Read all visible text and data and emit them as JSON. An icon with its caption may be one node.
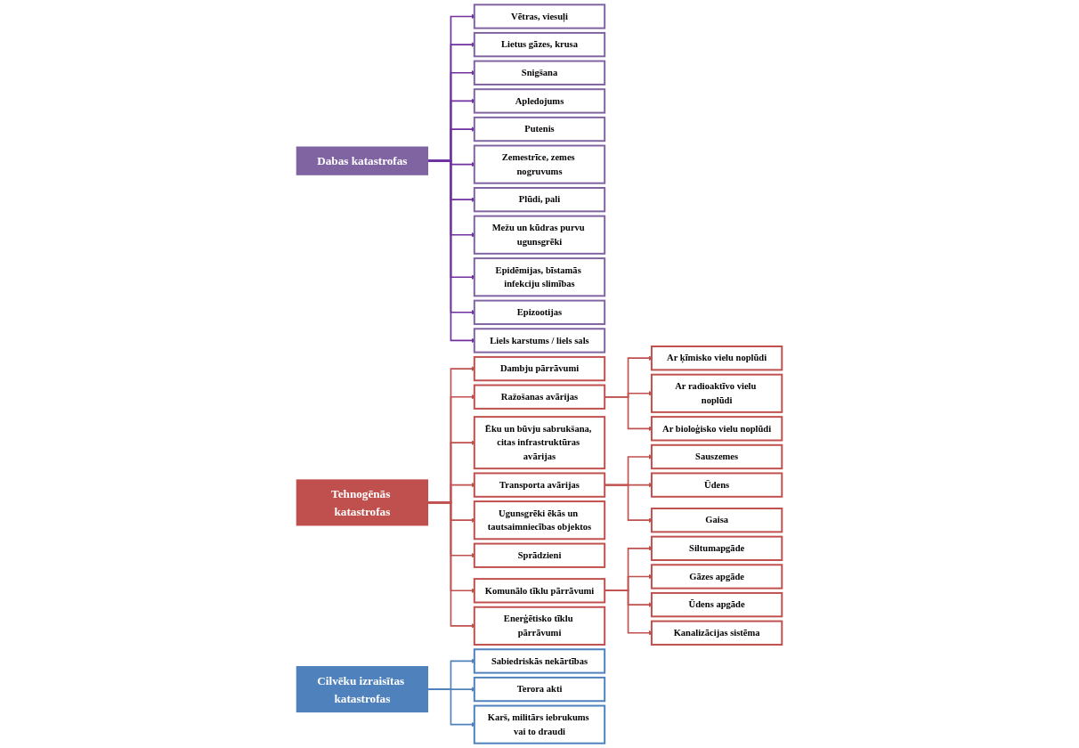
{
  "diagram": {
    "nodes": [
      {
        "text": [
          "Dabas katastrofas"
        ]
      },
      {
        "text": [
          "Vētras, viesuļi"
        ]
      },
      {
        "text": [
          "Lietus gāzes, krusa"
        ]
      },
      {
        "text": [
          "Snigšana"
        ]
      },
      {
        "text": [
          "Apledojums"
        ]
      },
      {
        "text": [
          "Putenis"
        ]
      },
      {
        "text": [
          "Zemestrīce, zemes nogruvums"
        ]
      },
      {
        "text": [
          "Plūdi, pali"
        ]
      },
      {
        "text": [
          "Mežu un kūdras purvu ugunsgrēki"
        ]
      },
      {
        "text": [
          "Epidēmijas, bīstamās infekciju slimības"
        ]
      },
      {
        "text": [
          "Epizootijas"
        ]
      },
      {
        "text": [
          "Liels karstums / liels sals"
        ]
      },
      {
        "text": [
          "Tehnogēnās katastrofas"
        ]
      },
      {
        "text": [
          "Dambju pārrāvumi"
        ]
      },
      {
        "text": [
          "Ražošanas avārijas"
        ]
      },
      {
        "text": [
          "Ēku un būvju sabrukšana, citas infrastruktūras avārijas"
        ]
      },
      {
        "text": [
          "Transporta avārijas"
        ]
      },
      {
        "text": [
          "Ugunsgrēki ēkās un tautsaimniecības objektos"
        ]
      },
      {
        "text": [
          "Sprādzieni"
        ]
      },
      {
        "text": [
          "Komunālo tīklu pārrāvumi"
        ]
      },
      {
        "text": [
          "Enerģētisko tīklu pārrāvumi"
        ]
      },
      {
        "text": [
          "Ar ķīmisko vielu noplūdi"
        ]
      },
      {
        "text": [
          "Ar radioaktīvo vielu noplūdi"
        ]
      },
      {
        "text": [
          "Ar bioloģisko vielu noplūdi"
        ]
      },
      {
        "text": [
          "Sauszemes"
        ]
      },
      {
        "text": [
          "Ūdens"
        ]
      },
      {
        "text": [
          "Gaisa"
        ]
      },
      {
        "text": [
          "Siltumapgāde"
        ]
      },
      {
        "text": [
          "Gāzes apgāde"
        ]
      },
      {
        "text": [
          "Ūdens apgāde"
        ]
      },
      {
        "text": [
          "Kanalizācijas sistēma"
        ]
      },
      {
        "text": [
          "Cilvēku izraisītas katastrofas"
        ]
      },
      {
        "text": [
          "Sabiedriskās nekārtības"
        ]
      },
      {
        "text": [
          "Terora akti"
        ]
      },
      {
        "text": [
          "Karš, militārs iebrukums vai to draudi"
        ]
      }
    ],
    "edges": [
      {
        "from": 0,
        "to": 1,
        "arrow": "to",
        "color": "#7030a0"
      },
      {
        "from": 0,
        "to": 2,
        "arrow": "to",
        "color": "#7030a0"
      },
      {
        "from": 0,
        "to": 3,
        "arrow": "to",
        "color": "#7030a0"
      },
      {
        "from": 0,
        "to": 4,
        "arrow": "to",
        "color": "#7030a0"
      },
      {
        "from": 0,
        "to": 5,
        "arrow": "to",
        "color": "#7030a0"
      },
      {
        "from": 0,
        "to": 6,
        "arrow": "to",
        "color": "#7030a0"
      },
      {
        "from": 0,
        "to": 7,
        "arrow": "to",
        "color": "#7030a0"
      },
      {
        "from": 0,
        "to": 8,
        "arrow": "to",
        "color": "#7030a0"
      },
      {
        "from": 0,
        "to": 9,
        "arrow": "to",
        "color": "#7030a0"
      },
      {
        "from": 0,
        "to": 10,
        "arrow": "to",
        "color": "#7030a0"
      },
      {
        "from": 0,
        "to": 11,
        "arrow": "to",
        "color": "#7030a0"
      },
      {
        "from": 12,
        "to": 13,
        "arrow": "to"
      },
      {
        "from": 12,
        "to": 14,
        "arrow": "to"
      },
      {
        "from": 12,
        "to": 15,
        "arrow": "to"
      },
      {
        "from": 12,
        "to": 16,
        "arrow": "to"
      },
      {
        "from": 12,
        "to": 17,
        "arrow": "to"
      },
      {
        "from": 12,
        "to": 18,
        "arrow": "to"
      },
      {
        "from": 12,
        "to": 19,
        "arrow": "to"
      },
      {
        "from": 12,
        "to": 20,
        "arrow": "to"
      },
      {
        "from": 14,
        "to": 21,
        "arrow": "to"
      },
      {
        "from": 14,
        "to": 22,
        "arrow": "to"
      },
      {
        "from": 14,
        "to": 23,
        "arrow": "to"
      },
      {
        "from": 16,
        "to": 24,
        "arrow": "to"
      },
      {
        "from": 16,
        "to": 25,
        "arrow": "to"
      },
      {
        "from": 16,
        "to": 26,
        "arrow": "to"
      },
      {
        "from": 19,
        "to": 27,
        "arrow": "to"
      },
      {
        "from": 19,
        "to": 28,
        "arrow": "to"
      },
      {
        "from": 19,
        "to": 29,
        "arrow": "to"
      },
      {
        "from": 19,
        "to": 30,
        "arrow": "to"
      },
      {
        "from": 31,
        "to": 32,
        "arrow": "to",
        "color": "#4f81bd"
      },
      {
        "from": 31,
        "to": 33,
        "arrow": "to",
        "color": "#4f81bd"
      },
      {
        "from": 31,
        "to": 34,
        "arrow": "to",
        "color": "#4f81bd"
      }
    ]
  }
}
